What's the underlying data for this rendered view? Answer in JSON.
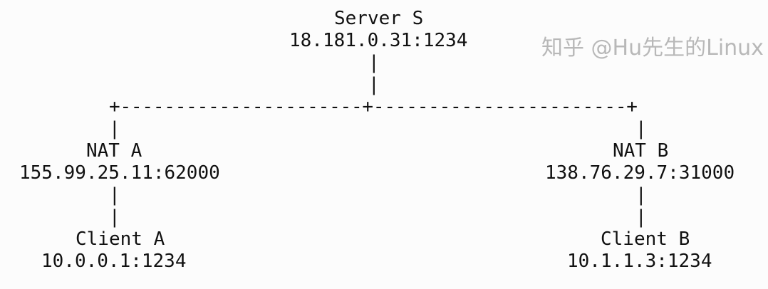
{
  "server": {
    "name": "Server S",
    "address": "18.181.0.31:1234"
  },
  "nat_a": {
    "name": "NAT A",
    "address": "155.99.25.11:62000"
  },
  "nat_b": {
    "name": "NAT B",
    "address": "138.76.29.7:31000"
  },
  "client_a": {
    "name": "Client A",
    "address": "10.0.0.1:1234"
  },
  "client_b": {
    "name": "Client B",
    "address": "10.1.1.3:1234"
  },
  "connectors": {
    "vertical": "|",
    "bus": "+----------------------+-----------------------+"
  },
  "watermark": "知乎 @Hu先生的Linux"
}
